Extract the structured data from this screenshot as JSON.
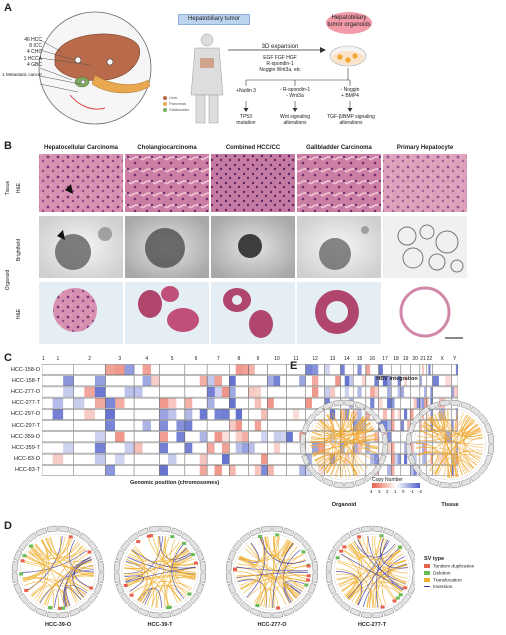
{
  "panels": {
    "a": "A",
    "b": "B",
    "c": "C",
    "d": "D",
    "e": "E"
  },
  "panel_a": {
    "tumor_box": "Hepatobiliary tumor",
    "organoid_label": "Hepatobiliary tumor organoids",
    "counts": [
      "46 HCC",
      "8 ICC",
      "4 CHC",
      "1 HCCA",
      "4 GBC",
      "1 Metastatic cancer"
    ],
    "expansion": "3D expansion",
    "factors": [
      "EGF FGF HGF",
      "R-spondin-1",
      "Noggin Wnt3a, etc"
    ],
    "treatments": [
      {
        "top": "+Nutlin 3",
        "bottom": [
          "TP53",
          "mutation"
        ]
      },
      {
        "top": "- R-spondin-1",
        "top2": "- Wnt3a",
        "bottom": [
          "Wnt signaling",
          "alterations"
        ]
      },
      {
        "top": "- Noggin",
        "top2": "+ BMP4",
        "bottom": [
          "TGF-β/BMP signaling",
          "alterations"
        ]
      }
    ],
    "legend": [
      "Liver",
      "Pancreas",
      "Gallbladder"
    ]
  },
  "panel_b": {
    "columns": [
      "Hepatocellular Carcinoma",
      "Cholangiocarcinoma",
      "Combined HCC/CC",
      "Gallbladder Carcinoma",
      "Primary Hepatocyte"
    ],
    "row_groups": {
      "tissue": "Tissue",
      "organoid": "Organoid"
    },
    "row_labels": {
      "he1": "H&E",
      "bf": "Brightfield",
      "he2": "H&E"
    },
    "colors": {
      "he_pink": "#d98aa6",
      "he_purple": "#9c4f86",
      "bf_grey": "#b8b8b8"
    }
  },
  "panel_c": {
    "chromosomes": [
      "1",
      "2",
      "3",
      "4",
      "5",
      "6",
      "7",
      "8",
      "9",
      "10",
      "11",
      "12",
      "13",
      "14",
      "15",
      "16",
      "17",
      "18",
      "19",
      "20",
      "21",
      "22",
      "X",
      "Y"
    ],
    "samples": [
      "HCC-158-O",
      "HCC-158-T",
      "HCC-277-O",
      "HCC-277-T",
      "HCC-297-O",
      "HCC-297-T",
      "HCC-359-O",
      "HCC-359-T",
      "HCC-83-O",
      "HCC-83-T"
    ],
    "xlabel": "Genomic position (chromosomes)",
    "legend_title": "Copy Number",
    "legend_ticks": [
      "4",
      "3",
      "2",
      "1",
      "0",
      "-1",
      "-2"
    ],
    "colors": {
      "gain": "#e8614f",
      "loss": "#4f5fc9",
      "neutral": "#ffffff"
    }
  },
  "panel_d": {
    "samples": [
      "HCC-39-O",
      "HCC-39-T",
      "HCC-277-O",
      "HCC-277-T"
    ],
    "legend_title": "SV type",
    "legend": [
      {
        "label": "Tandem duplication",
        "color": "#e8614f"
      },
      {
        "label": "Deletion",
        "color": "#66bb55"
      },
      {
        "label": "Translocation",
        "color": "#f0b030"
      },
      {
        "label": "Inversion",
        "color": "#3a3aa8"
      }
    ]
  },
  "panel_e": {
    "title": "HBV integration",
    "labels": [
      "Organoid",
      "Tissue"
    ],
    "color": "#f0a830"
  }
}
